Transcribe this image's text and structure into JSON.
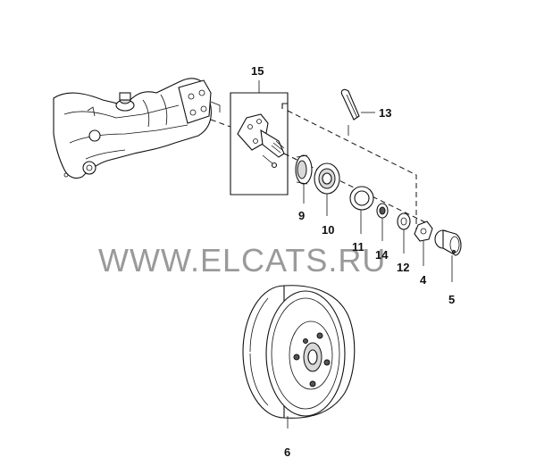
{
  "watermark": "WWW.ELCATS.RU",
  "callouts": {
    "c15": "15",
    "c13": "13",
    "c9": "9",
    "c10": "10",
    "c11": "11",
    "c14": "14",
    "c12": "12",
    "c4": "4",
    "c5": "5",
    "c6": "6"
  }
}
